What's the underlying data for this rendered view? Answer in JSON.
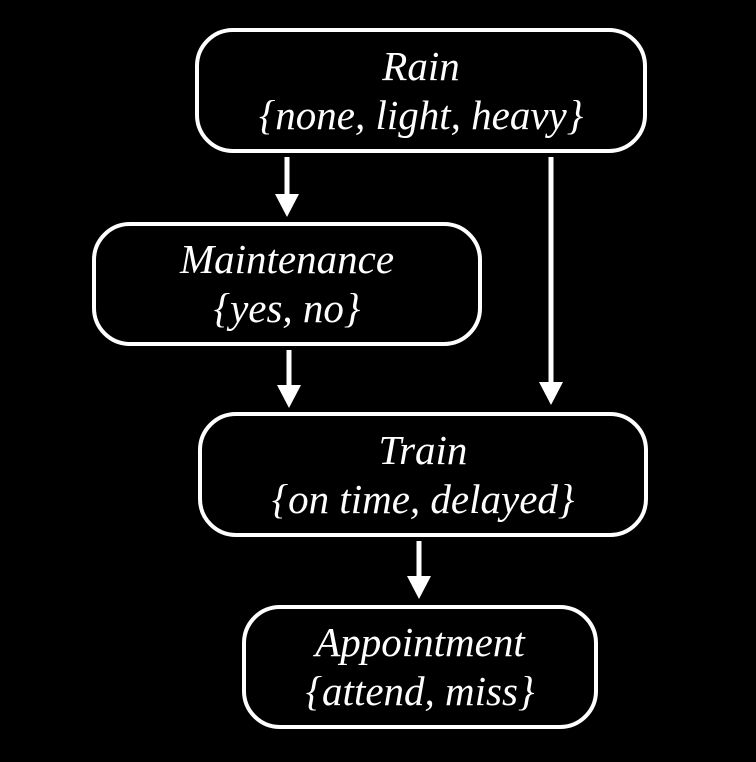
{
  "diagram": {
    "type": "bayesian-network",
    "background_color": "#000000",
    "node_border_color": "#ffffff",
    "text_color": "#ffffff",
    "arrow_color": "#ffffff",
    "nodes": [
      {
        "id": "rain",
        "label": "Rain",
        "domain": "{none, light, heavy}"
      },
      {
        "id": "maintenance",
        "label": "Maintenance",
        "domain": "{yes, no}"
      },
      {
        "id": "train",
        "label": "Train",
        "domain": "{on time, delayed}"
      },
      {
        "id": "appointment",
        "label": "Appointment",
        "domain": "{attend, miss}"
      }
    ],
    "edges": [
      {
        "from": "rain",
        "to": "maintenance"
      },
      {
        "from": "rain",
        "to": "train"
      },
      {
        "from": "maintenance",
        "to": "train"
      },
      {
        "from": "train",
        "to": "appointment"
      }
    ]
  }
}
